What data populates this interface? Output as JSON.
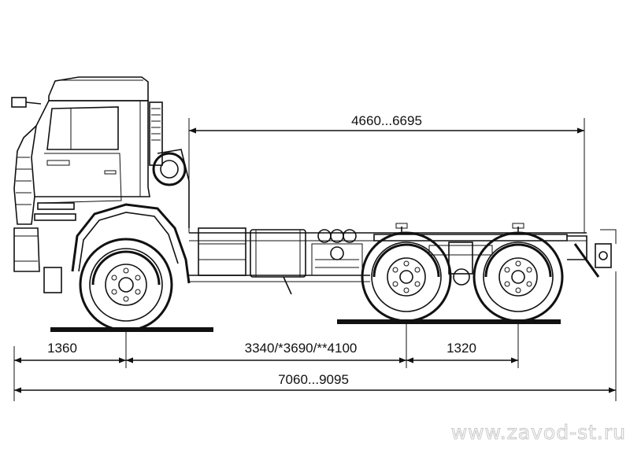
{
  "dimensions": {
    "cargo_frame_length": "4660...6695",
    "front_overhang": "1360",
    "wheelbase": "3340/*3690/**4100",
    "rear_axle_spacing": "1320",
    "overall_length": "7060...9095"
  },
  "watermark": "www.zavod-st.ru"
}
